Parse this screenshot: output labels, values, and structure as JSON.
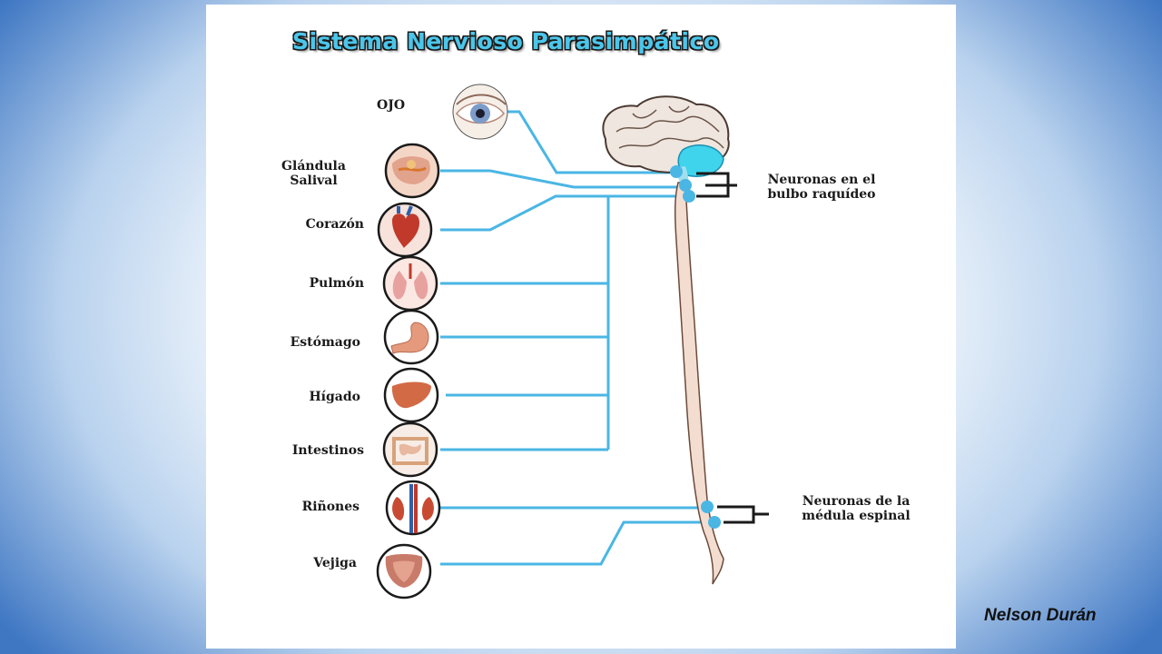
{
  "title": "Sistema Nervioso Parasimpático",
  "organs": [
    {
      "label": "OJO",
      "icon": "eye-icon"
    },
    {
      "label": "Glándula Salival",
      "icon": "salivary-gland-icon"
    },
    {
      "label": "Corazón",
      "icon": "heart-icon"
    },
    {
      "label": "Pulmón",
      "icon": "lung-icon"
    },
    {
      "label": "Estómago",
      "icon": "stomach-icon"
    },
    {
      "label": "Hígado",
      "icon": "liver-icon"
    },
    {
      "label": "Intestinos",
      "icon": "intestines-icon"
    },
    {
      "label": "Riñones",
      "icon": "kidneys-icon"
    },
    {
      "label": "Vejiga",
      "icon": "bladder-icon"
    }
  ],
  "neuron_labels": {
    "bulbo": "Neuronas en el bulbo raquídeo",
    "medula": "Neuronas de la médula espinal"
  },
  "author": "Nelson Durán",
  "colors": {
    "nerve": "#4ab6e4",
    "title": "#4bc6ea",
    "spine": "#f3ddd0",
    "background_edge": "#3f77c3"
  }
}
